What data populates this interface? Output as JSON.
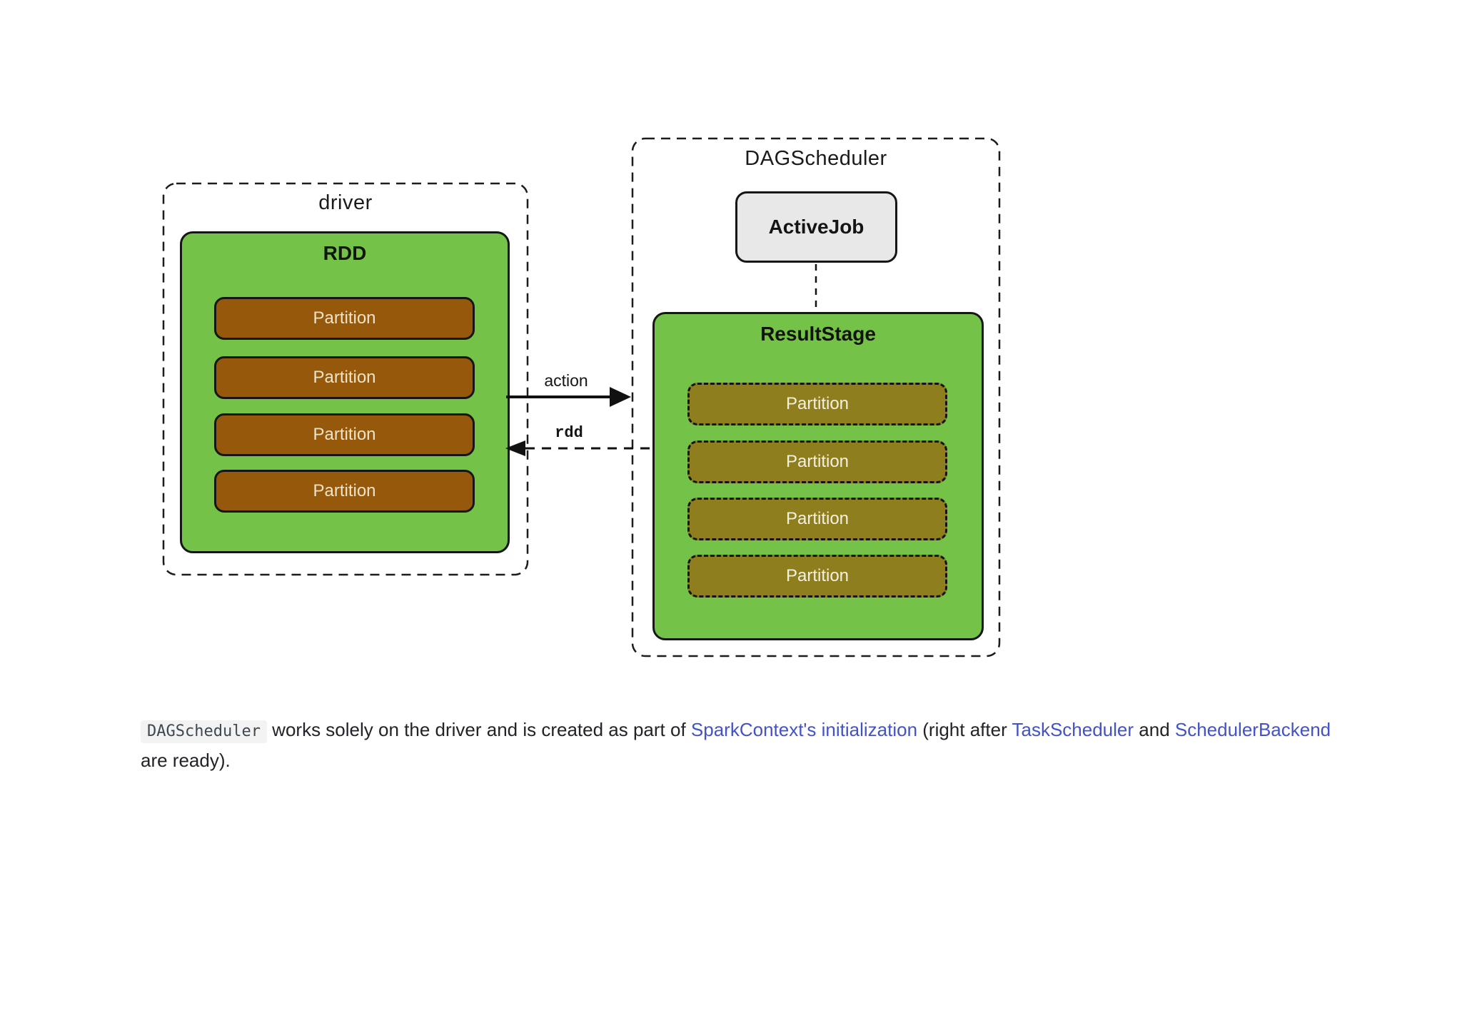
{
  "diagram": {
    "driver_group": {
      "title": "driver"
    },
    "rdd": {
      "title": "RDD",
      "partitions": [
        {
          "label": "Partition"
        },
        {
          "label": "Partition"
        },
        {
          "label": "Partition"
        },
        {
          "label": "Partition"
        }
      ]
    },
    "arrows": {
      "action_label": "action",
      "rdd_label": "rdd"
    },
    "dagscheduler_group": {
      "title": "DAGScheduler"
    },
    "active_job": {
      "title": "ActiveJob"
    },
    "result_stage": {
      "title": "ResultStage",
      "partitions": [
        {
          "label": "Partition"
        },
        {
          "label": "Partition"
        },
        {
          "label": "Partition"
        },
        {
          "label": "Partition"
        }
      ]
    },
    "colors": {
      "stage_green": "#74C247",
      "partition_brown": "#96590B",
      "partition_olive": "#8F7E1D",
      "activejob_gray": "#E8E8E8",
      "outline_black": "#161616"
    }
  },
  "paragraph": {
    "link_color": "#4353C4",
    "segments": [
      {
        "type": "code",
        "text": "DAGScheduler"
      },
      {
        "type": "text",
        "text": " works solely on the driver and is created as part of "
      },
      {
        "type": "link",
        "text": "SparkContext's initialization"
      },
      {
        "type": "text",
        "text": " (right after "
      },
      {
        "type": "link",
        "text": "TaskScheduler"
      },
      {
        "type": "text",
        "text": " and "
      },
      {
        "type": "link",
        "text": "SchedulerBackend"
      },
      {
        "type": "text",
        "text": " are ready)."
      }
    ]
  }
}
